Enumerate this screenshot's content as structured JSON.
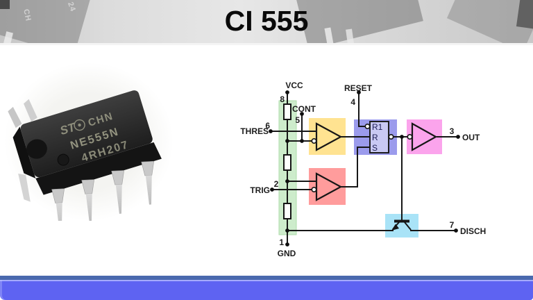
{
  "header": {
    "title": "CI 555",
    "ghost_text_1": "24",
    "ghost_text_2": "CH"
  },
  "chip_photo": {
    "logo": "ST",
    "marking_line1": "CHN",
    "marking_line2": "NE555N",
    "marking_line3": "4RH207"
  },
  "diagram": {
    "pins": {
      "vcc": {
        "label": "VCC",
        "number": "8"
      },
      "cont": {
        "label": "CONT",
        "number": "5"
      },
      "thres": {
        "label": "THRES",
        "number": "6"
      },
      "trig": {
        "label": "TRIG",
        "number": "2"
      },
      "gnd": {
        "label": "GND",
        "number": "1"
      },
      "reset": {
        "label": "RESET",
        "number": "4"
      },
      "out": {
        "label": "OUT",
        "number": "3"
      },
      "disch": {
        "label": "DISCH",
        "number": "7"
      }
    },
    "flipflop": {
      "input_r1": "R1",
      "input_r": "R",
      "input_s": "S"
    }
  },
  "colors": {
    "comparator_threshold_fill": "#ffe391",
    "comparator_trigger_fill": "#ff9c9c",
    "flipflop_fill": "#9b9bec",
    "flipflop_inner_fill": "#c9c9f3",
    "output_buffer_fill": "#fba4ec",
    "discharge_transistor_fill": "#a9e3f7",
    "voltage_divider_fill": "#cdeccb",
    "voltage_divider_edge": "#aedcab",
    "footer_bar_blue": "#5e63f2",
    "footer_line_dark_blue": "#4a69ae"
  }
}
